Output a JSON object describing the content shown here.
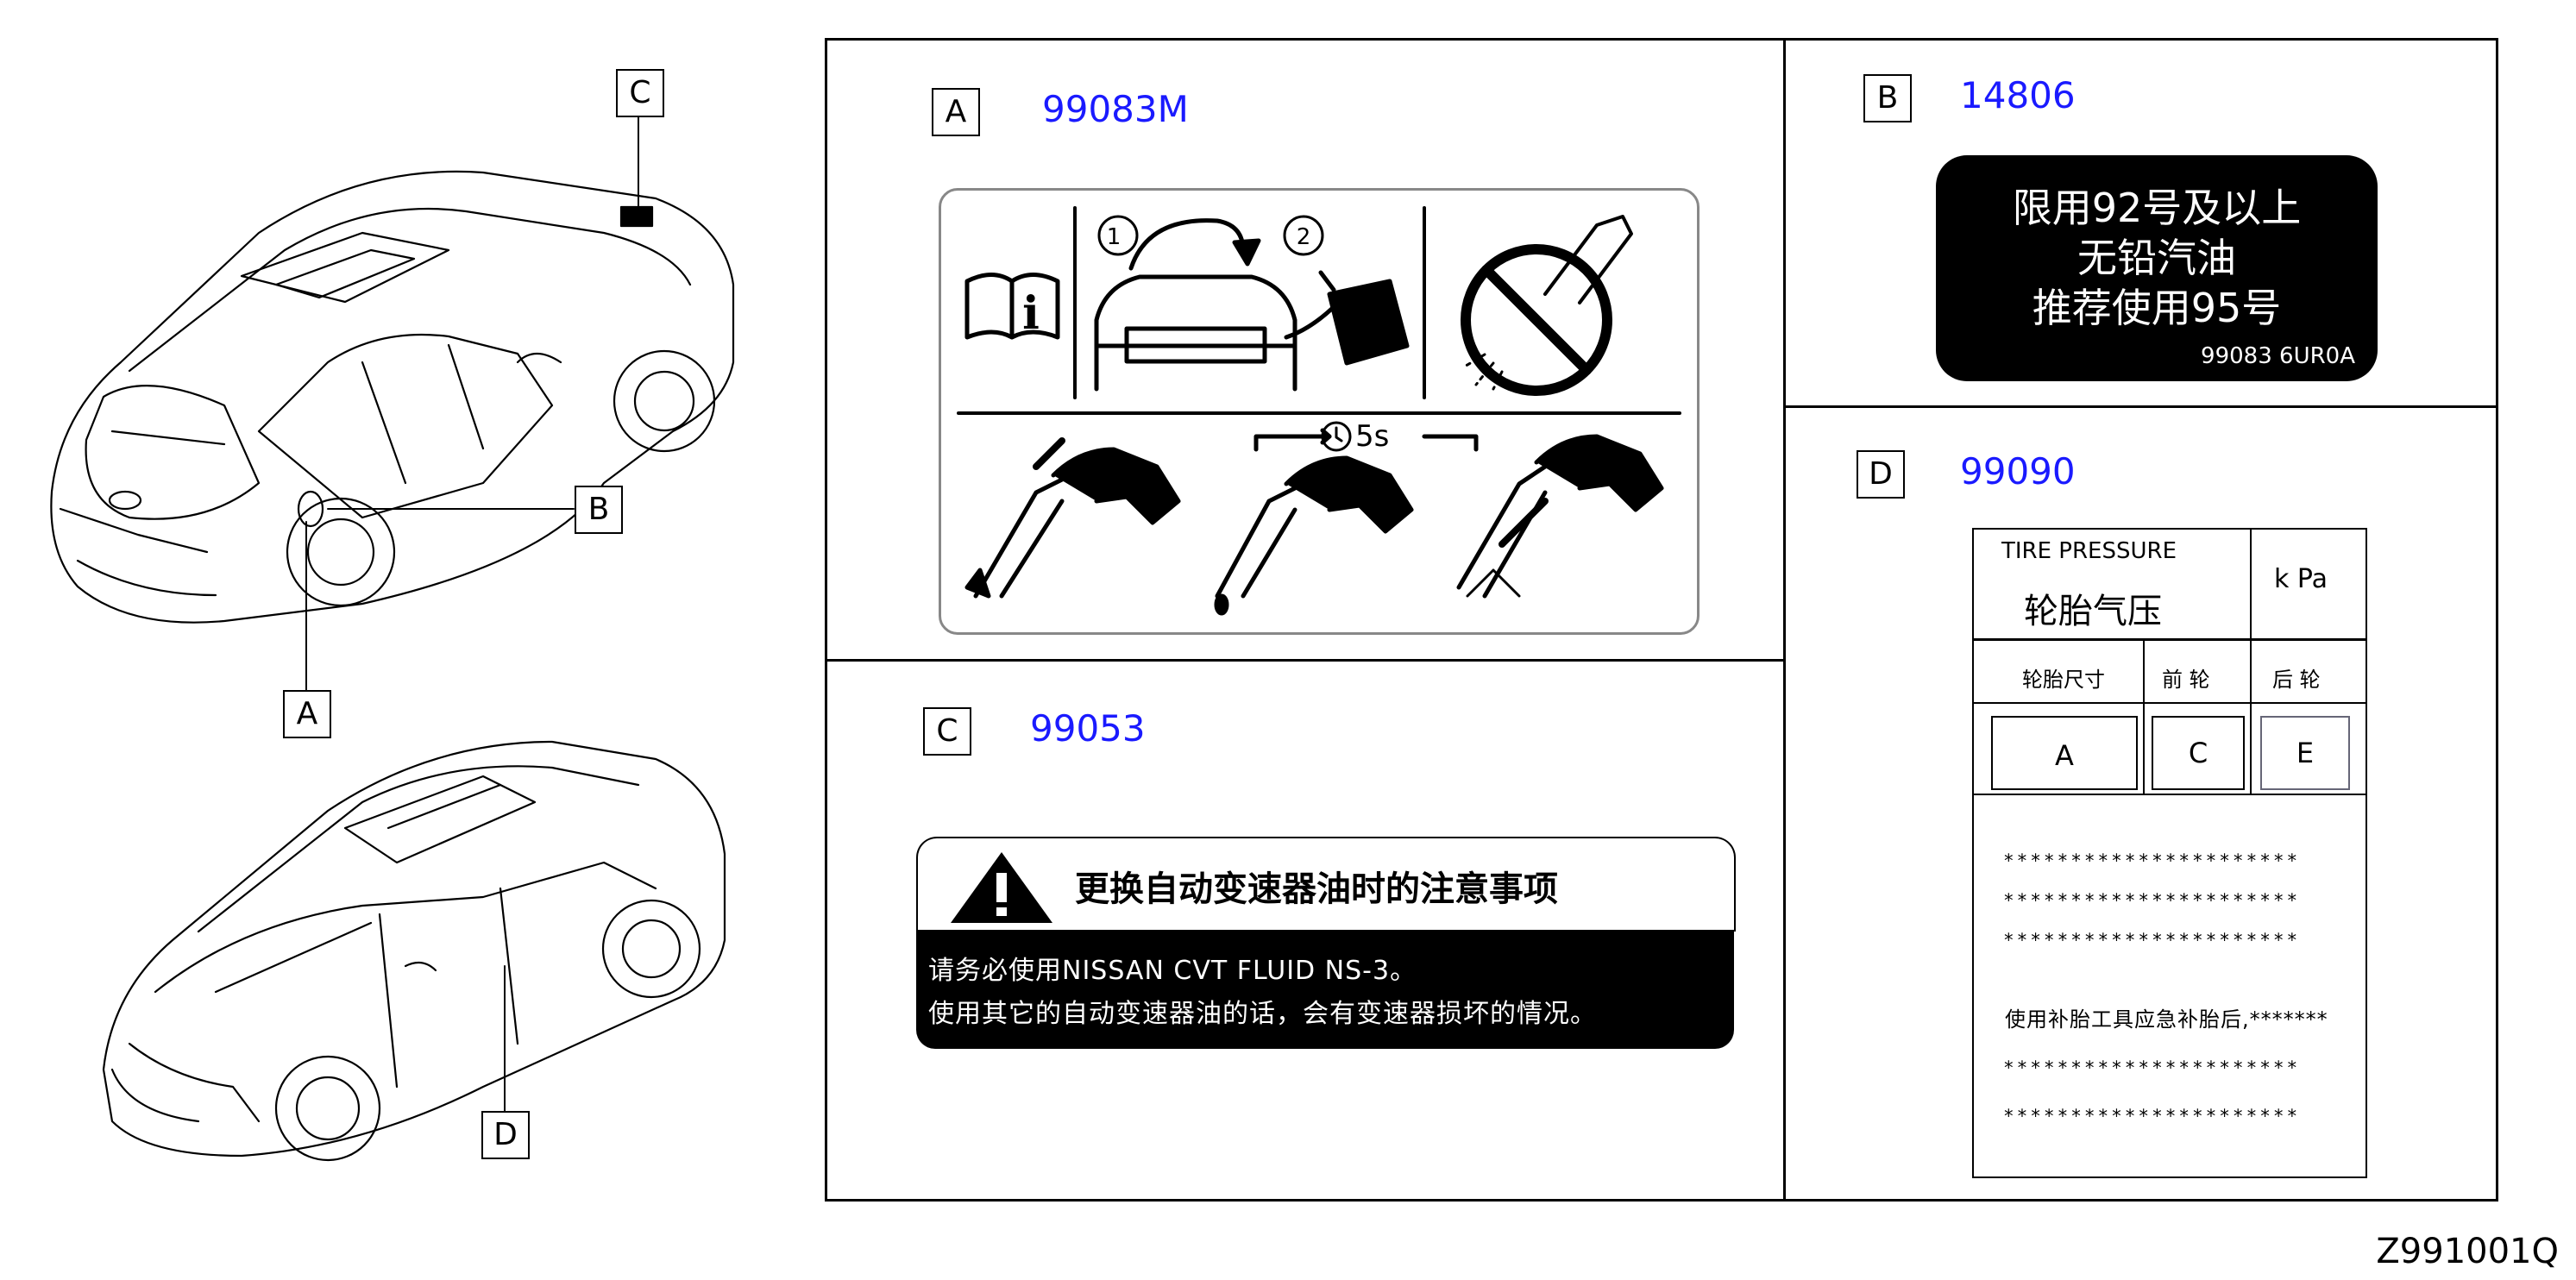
{
  "figure_id": "Z991001Q",
  "callouts": {
    "a": "A",
    "b": "B",
    "c": "C",
    "d": "D"
  },
  "panels": {
    "a": {
      "letter": "A",
      "part_no": "99083M"
    },
    "b": {
      "letter": "B",
      "part_no": "14806",
      "label": {
        "line1": "限用92号及以上",
        "line2": "无铅汽油",
        "line3": "推荐使用95号",
        "code": "99083 6UR0A"
      }
    },
    "c": {
      "letter": "C",
      "part_no": "99053",
      "label": {
        "title": "更换自动变速器油时的注意事项",
        "line1": "请务必使用NISSAN CVT FLUID NS-3。",
        "line2": "使用其它的自动变速器油的话，会有变速器损坏的情况。"
      }
    },
    "d": {
      "letter": "D",
      "part_no": "99090",
      "label": {
        "title_en": "TIRE PRESSURE",
        "title_cn": "轮胎气压",
        "unit": "k Pa",
        "col_size": "轮胎尺寸",
        "col_front": "前 轮",
        "col_rear": "后 轮",
        "val_a": "A",
        "val_c": "C",
        "val_e": "E",
        "stars": "**********************",
        "repair_text": "使用补胎工具应急补胎后,*******"
      }
    }
  },
  "icon_labels": {
    "step1": "1",
    "step2": "2",
    "timer": "5s"
  }
}
